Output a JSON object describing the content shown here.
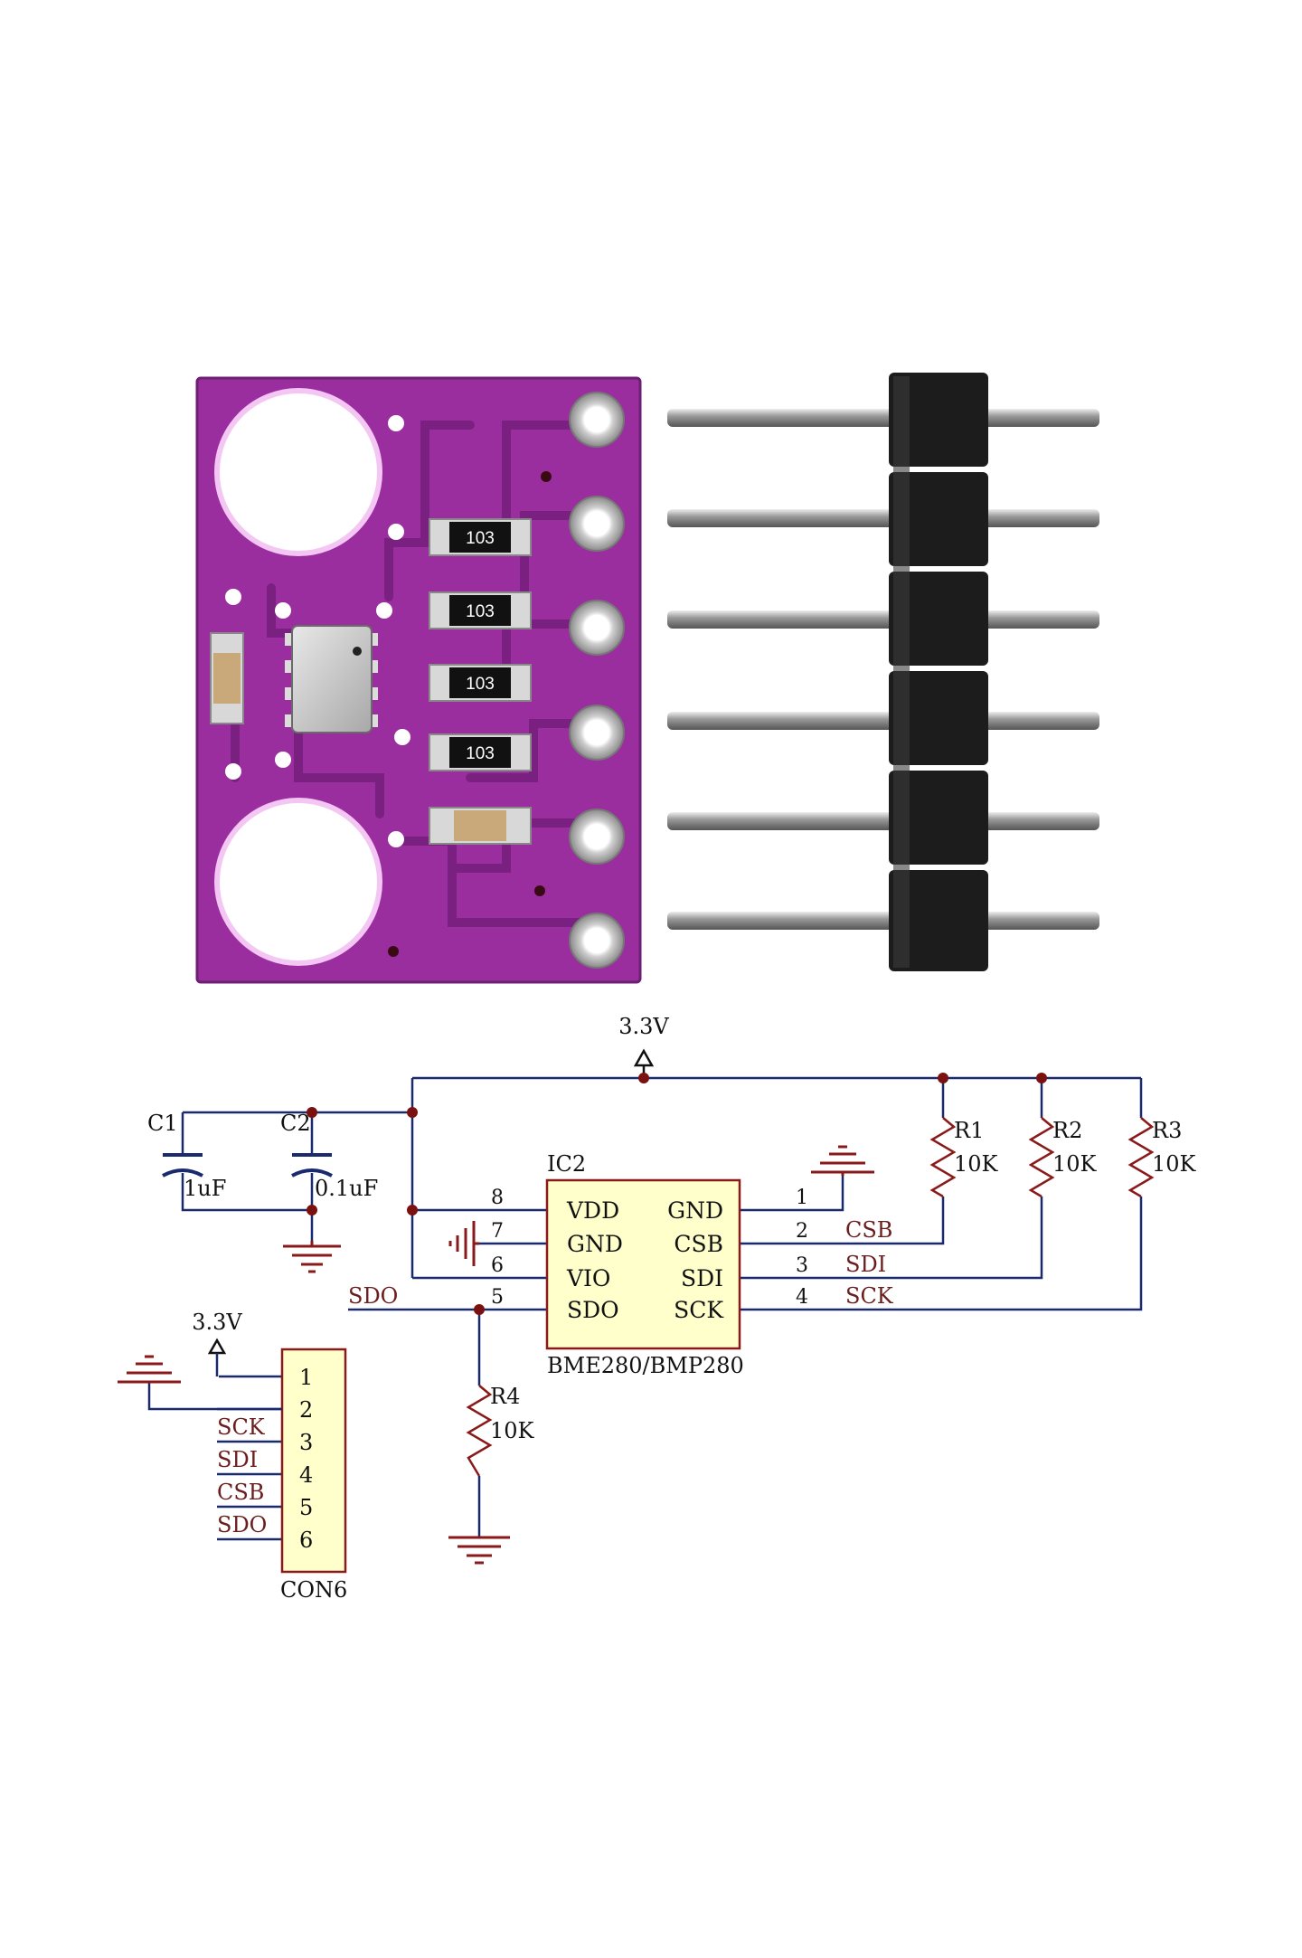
{
  "board": {
    "resistor_markings": [
      "103",
      "103",
      "103",
      "103"
    ]
  },
  "schematic": {
    "power_label": "3.3V",
    "ic": {
      "ref": "IC2",
      "part": "BME280/BMP280",
      "left_pins": [
        {
          "num": "8",
          "name": "VDD"
        },
        {
          "num": "7",
          "name": "GND"
        },
        {
          "num": "6",
          "name": "VIO"
        },
        {
          "num": "5",
          "name": "SDO"
        }
      ],
      "right_pins": [
        {
          "num": "1",
          "name": "GND",
          "net": ""
        },
        {
          "num": "2",
          "name": "CSB",
          "net": "CSB"
        },
        {
          "num": "3",
          "name": "SDI",
          "net": "SDI"
        },
        {
          "num": "4",
          "name": "SCK",
          "net": "SCK"
        }
      ]
    },
    "capacitors": [
      {
        "ref": "C1",
        "value": "1uF"
      },
      {
        "ref": "C2",
        "value": "0.1uF"
      }
    ],
    "resistors": [
      {
        "ref": "R1",
        "value": "10K"
      },
      {
        "ref": "R2",
        "value": "10K"
      },
      {
        "ref": "R3",
        "value": "10K"
      },
      {
        "ref": "R4",
        "value": "10K"
      }
    ],
    "sdo_net": "SDO",
    "connector": {
      "ref": "CON6",
      "power_label": "3.3V",
      "pins": [
        "1",
        "2",
        "3",
        "4",
        "5",
        "6"
      ],
      "nets": [
        "SCK",
        "SDI",
        "CSB",
        "SDO"
      ]
    }
  },
  "colors": {
    "wire": "#1a2a6e",
    "text": "#111111",
    "net_text": "#6b1e1e",
    "junction": "#7a1010",
    "component": "#8a1a1a",
    "ic_fill": "#ffffcc",
    "pcb": "#9a2e9e"
  }
}
